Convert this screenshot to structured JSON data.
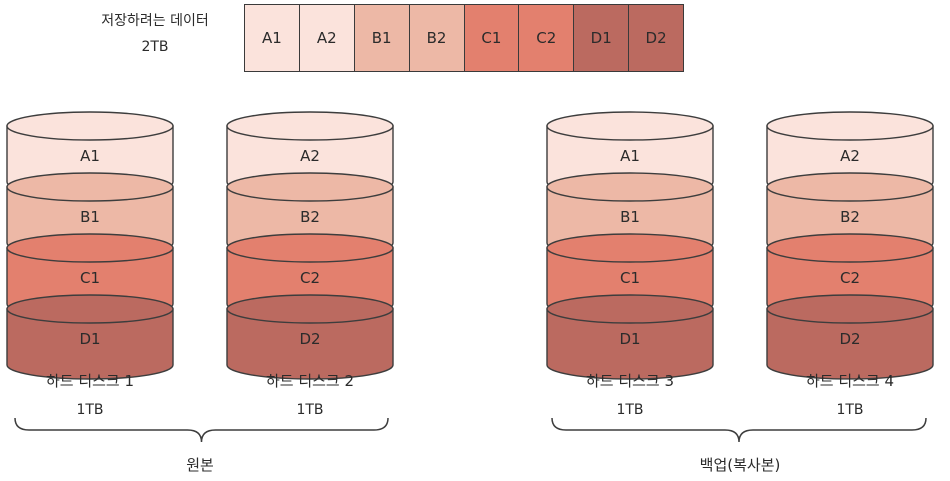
{
  "top": {
    "caption_line1": "저장하려는 데이터",
    "caption_line2": "2TB",
    "blocks": [
      {
        "label": "A1",
        "color": "#fbe3dc"
      },
      {
        "label": "A2",
        "color": "#fbe3dc"
      },
      {
        "label": "B1",
        "color": "#edb8a6"
      },
      {
        "label": "B2",
        "color": "#edb8a6"
      },
      {
        "label": "C1",
        "color": "#e3806e"
      },
      {
        "label": "C2",
        "color": "#e3806e"
      },
      {
        "label": "D1",
        "color": "#bb6a60"
      },
      {
        "label": "D2",
        "color": "#bb6a60"
      }
    ]
  },
  "disks": [
    {
      "name": "하드 디스크 1",
      "size": "1TB",
      "layers": [
        "A1",
        "B1",
        "C1",
        "D1"
      ]
    },
    {
      "name": "하드 디스크 2",
      "size": "1TB",
      "layers": [
        "A2",
        "B2",
        "C2",
        "D2"
      ]
    },
    {
      "name": "하드 디스크 3",
      "size": "1TB",
      "layers": [
        "A1",
        "B1",
        "C1",
        "D1"
      ]
    },
    {
      "name": "하드 디스크 4",
      "size": "1TB",
      "layers": [
        "A2",
        "B2",
        "C2",
        "D2"
      ]
    }
  ],
  "layer_colors": [
    "#fbe3dc",
    "#edb8a6",
    "#e3806e",
    "#bb6a60"
  ],
  "groups": {
    "original": "원본",
    "backup": "백업(복사본)"
  }
}
